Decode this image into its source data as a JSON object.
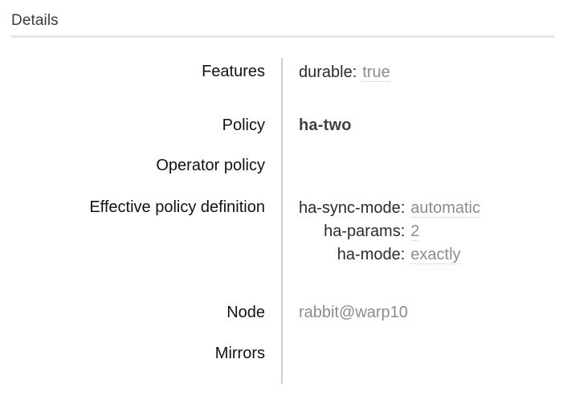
{
  "section": {
    "title": "Details"
  },
  "rows": [
    {
      "label": "Features",
      "kind": "pairs",
      "pairs": [
        {
          "key": "durable:",
          "value": "true",
          "dotted": true
        }
      ]
    },
    {
      "label": "Policy",
      "kind": "policy",
      "value": "ha-two"
    },
    {
      "label": "Operator policy",
      "kind": "empty",
      "value": ""
    },
    {
      "label": "Effective policy definition",
      "kind": "pairs",
      "pairs": [
        {
          "key": "ha-sync-mode:",
          "value": "automatic",
          "dotted": true
        },
        {
          "key": "ha-params:",
          "value": "2",
          "dotted": true
        },
        {
          "key": "ha-mode:",
          "value": "exactly",
          "dotted": true
        }
      ]
    },
    {
      "label": "Node",
      "kind": "plain",
      "value": "rabbit@warp10"
    },
    {
      "label": "Mirrors",
      "kind": "empty",
      "value": ""
    }
  ],
  "colors": {
    "page_background": "#ffffff",
    "header_text": "#3c3c3c",
    "header_rule": "#e6e6e6",
    "column_divider": "#cdcdcd",
    "label_text": "#121212",
    "key_text": "#2b2b2b",
    "value_text": "#8c8c8c",
    "dotted_underline": "#c9c9c9",
    "policy_text": "#404040"
  }
}
